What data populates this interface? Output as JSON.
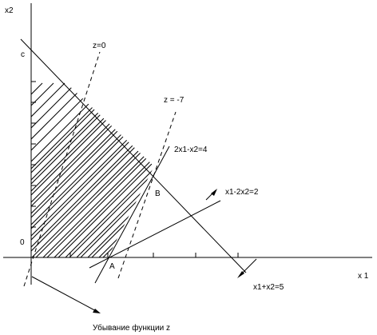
{
  "diagram": {
    "axes": {
      "x": "x 1",
      "y": "x2",
      "origin": "0"
    },
    "points": {
      "c": "c",
      "A": "A",
      "B": "B"
    },
    "lines": {
      "z0": "z=0",
      "zm7": "z = -7",
      "c1": "2x1-x2=4",
      "c2": "x1-2x2=2",
      "c3": "x1+x2=5"
    },
    "caption": "Убывание функции z"
  }
}
